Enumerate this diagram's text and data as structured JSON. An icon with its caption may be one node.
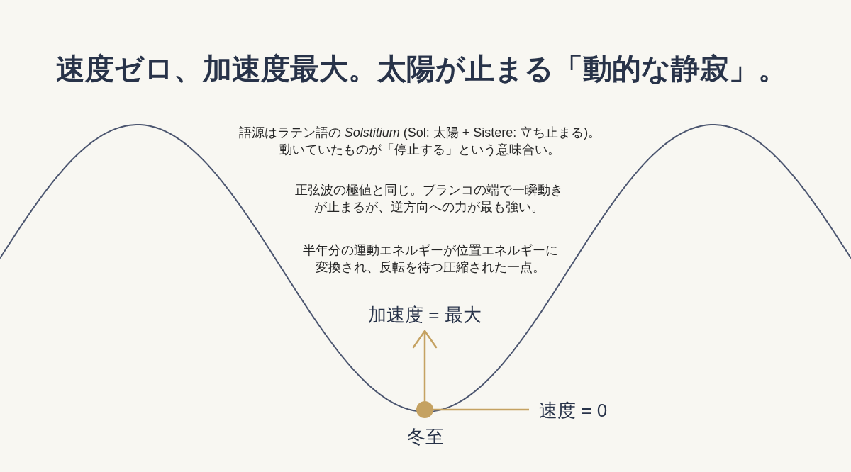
{
  "diagram": {
    "title": "速度ゼロ、加速度最大。太陽が止まる「動的な静寂」。",
    "nodes": [
      {
        "text": [
          "加速度 = 最大"
        ]
      },
      {
        "text": [],
        "shape": "circle",
        "beside": [
          "冬至"
        ]
      },
      {
        "text": [
          "速度 = 0"
        ]
      }
    ],
    "edges": [
      {
        "from": 1,
        "to": 0,
        "arrow": "to"
      },
      {
        "from": 1,
        "to": 2,
        "arrow": "none"
      }
    ],
    "labels": [
      "語源はラテン語の *Solstitium* (Sol: 太陽 + Sistere: 立ち止まる)。動いていたものが「停止する」という意味合い。",
      "正弦波の極値と同じ。ブランコの端で一瞬動きが止まるが、逆方向への力が最も強い。",
      "半年分の運動エネルギーが位置エネルギーに変換され、反転を待つ圧縮された一点。"
    ]
  }
}
